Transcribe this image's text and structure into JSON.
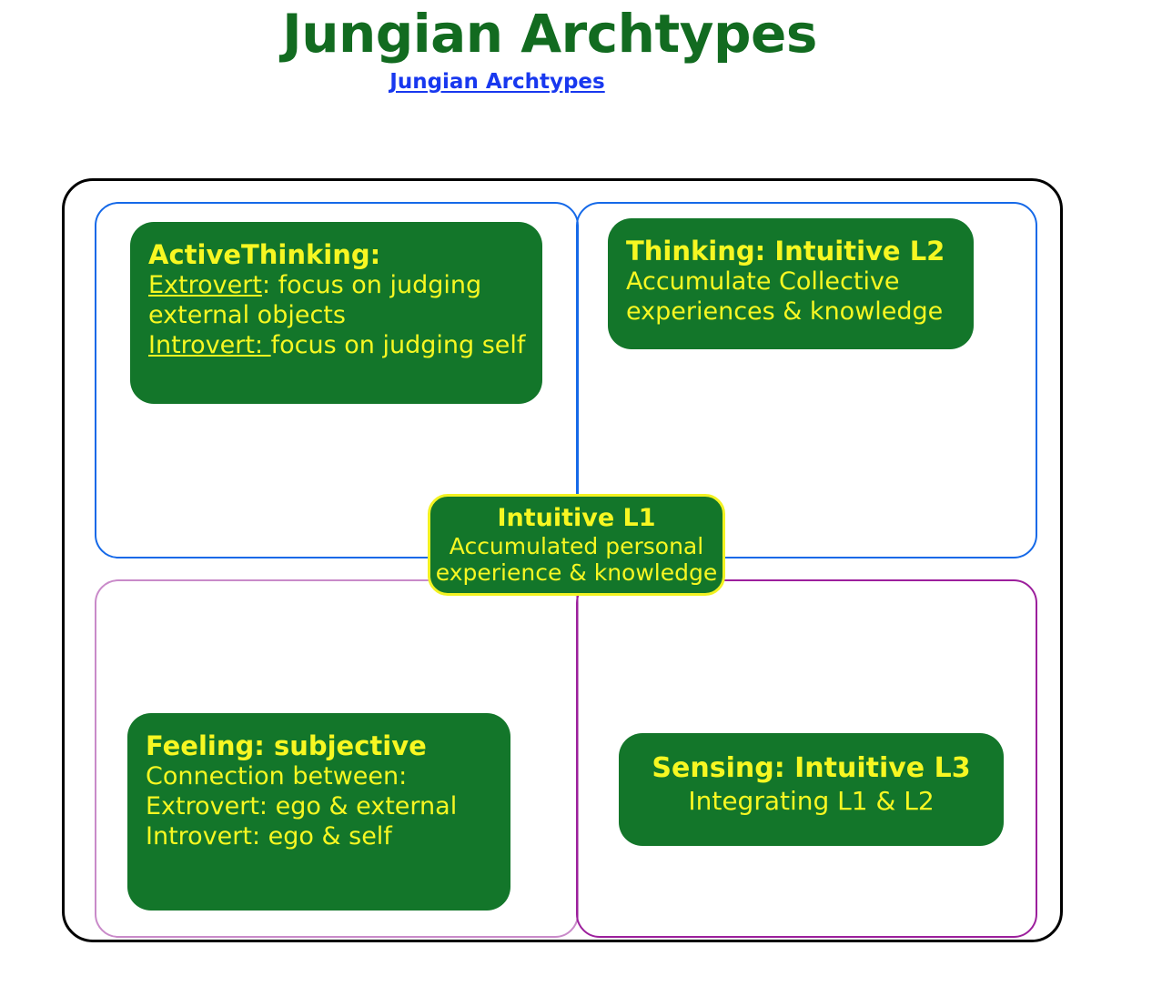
{
  "header": {
    "title": "Jungian Archtypes",
    "subtitle_link": "Jungian Archtypes"
  },
  "colors": {
    "title_green": "#126b20",
    "link_blue": "#1838ef",
    "node_green": "#13762a",
    "node_text_yellow": "#f7f722",
    "frame_black": "#000000",
    "quadrant_top_blue": "#1569e8",
    "quadrant_bottom_left_plum": "#c98ac9",
    "quadrant_bottom_right_purple": "#9c1f9c",
    "center_border_yellow": "#f2f222"
  },
  "diagram": {
    "quadrants": [
      {
        "id": "top-left",
        "border_color": "#1569e8"
      },
      {
        "id": "top-right",
        "border_color": "#1569e8"
      },
      {
        "id": "bottom-left",
        "border_color": "#c98ac9"
      },
      {
        "id": "bottom-right",
        "border_color": "#9c1f9c"
      }
    ],
    "nodes": {
      "active_thinking": {
        "title": "ActiveThinking:",
        "line1_label": "Extrovert",
        "line1_rest": ": focus on judging",
        "line2": "external objects",
        "line3_label": "Introvert: ",
        "line3_rest": "focus on judging self"
      },
      "thinking_l2": {
        "title": "Thinking: Intuitive L2",
        "line1": "Accumulate Collective",
        "line2": "experiences & knowledge"
      },
      "intuitive_l1": {
        "title": "Intuitive L1",
        "line1": "Accumulated personal",
        "line2": "experience & knowledge"
      },
      "feeling": {
        "title": "Feeling: subjective",
        "line1": "Connection between:",
        "line2": "Extrovert: ego & external",
        "line3": "Introvert: ego & self"
      },
      "sensing_l3": {
        "title": "Sensing: Intuitive L3",
        "line1": "Integrating L1 & L2"
      }
    }
  }
}
